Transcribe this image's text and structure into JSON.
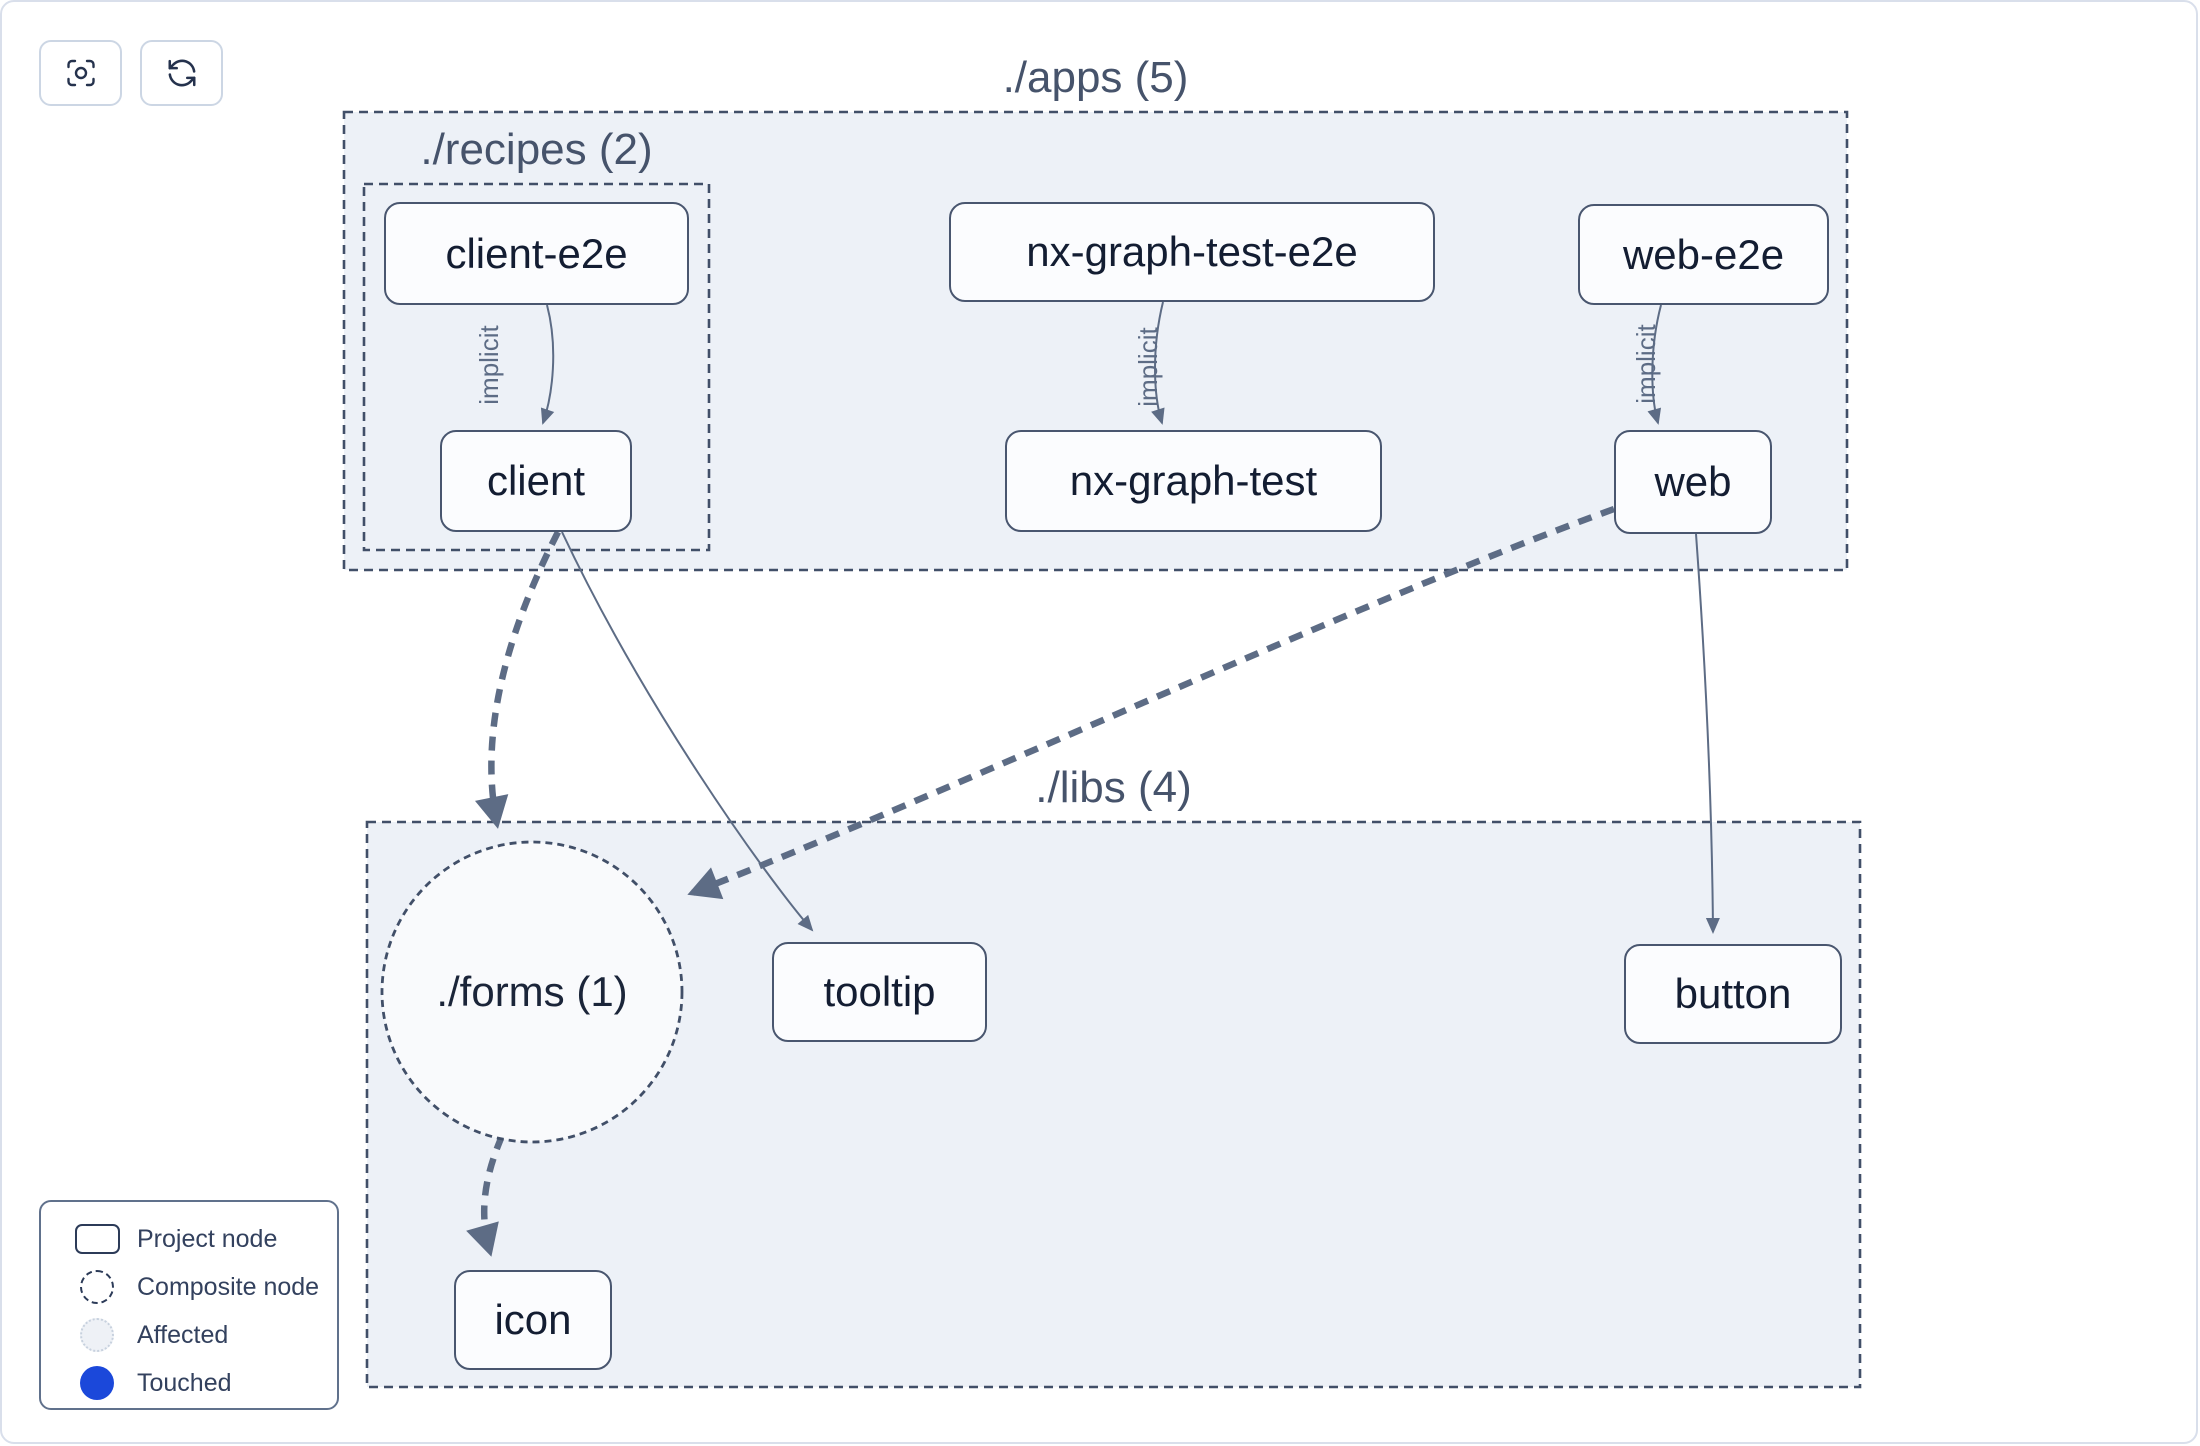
{
  "toolbar": {
    "buttons": [
      {
        "name": "center-graph",
        "icon": "focus-icon"
      },
      {
        "name": "refresh-graph",
        "icon": "refresh-icon"
      }
    ]
  },
  "groups": {
    "apps": {
      "label": "./apps (5)"
    },
    "recipes": {
      "label": "./recipes (2)"
    },
    "libs": {
      "label": "./libs (4)"
    },
    "forms": {
      "label": "./forms (1)",
      "type": "composite-node"
    }
  },
  "nodes": {
    "client_e2e": {
      "label": "client-e2e"
    },
    "client": {
      "label": "client"
    },
    "nx_graph_test_e2e": {
      "label": "nx-graph-test-e2e"
    },
    "nx_graph_test": {
      "label": "nx-graph-test"
    },
    "web_e2e": {
      "label": "web-e2e"
    },
    "web": {
      "label": "web"
    },
    "tooltip": {
      "label": "tooltip"
    },
    "button": {
      "label": "button"
    },
    "icon": {
      "label": "icon"
    }
  },
  "edges": [
    {
      "from": "client-e2e",
      "to": "client",
      "style": "thin-solid",
      "label": "implicit"
    },
    {
      "from": "nx-graph-test-e2e",
      "to": "nx-graph-test",
      "style": "thin-solid",
      "label": "implicit"
    },
    {
      "from": "web-e2e",
      "to": "web",
      "style": "thin-solid",
      "label": "implicit"
    },
    {
      "from": "client",
      "to": "./forms",
      "style": "thick-dashed"
    },
    {
      "from": "client",
      "to": "tooltip",
      "style": "thin-solid"
    },
    {
      "from": "web",
      "to": "./forms",
      "style": "thick-dashed"
    },
    {
      "from": "web",
      "to": "button",
      "style": "thin-solid"
    },
    {
      "from": "./forms",
      "to": "icon",
      "style": "thick-dashed"
    }
  ],
  "legend": {
    "items": [
      {
        "label": "Project node",
        "swatch": "project"
      },
      {
        "label": "Composite node",
        "swatch": "composite"
      },
      {
        "label": "Affected",
        "swatch": "affected"
      },
      {
        "label": "Touched",
        "swatch": "touched"
      }
    ]
  },
  "colors": {
    "touched_blue": "#1b48da",
    "group_fill": "#edf1f7",
    "edge_slate": "#5d6c85",
    "node_border": "#49566f"
  }
}
